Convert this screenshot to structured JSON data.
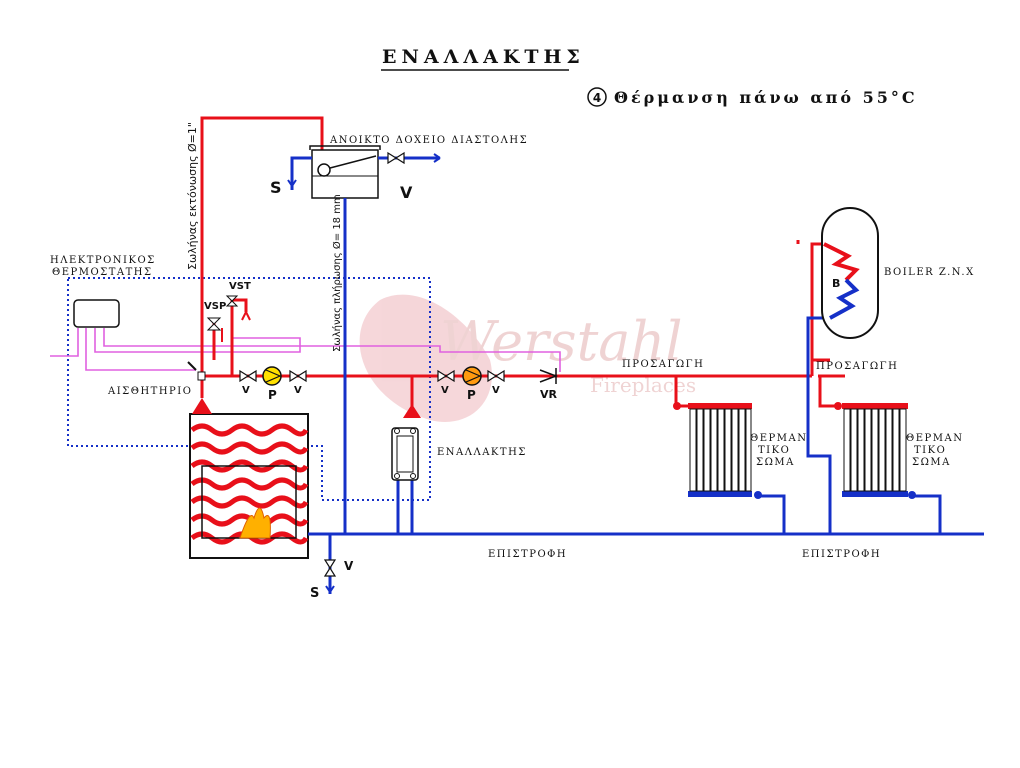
{
  "title": "ΕΝΑΛΛΑΚΤΗΣ",
  "subtitle": {
    "number": "4",
    "text": "Θέρμανση πάνω από 55°C"
  },
  "labels": {
    "expansion_tank": "ΑΝΟΙΚΤΟ ΔΟΧΕΙΟ ΔΙΑΣΤΟΛΗΣ",
    "expansion_pipe": "Σωλήνας εκτόνωσης Ø=1\"",
    "fill_pipe": "Σωλήνας πλήρωσης Ø= 18 mm",
    "thermostat_line1": "ΗΛΕΚΤΡΟΝΙΚΟΣ",
    "thermostat_line2": "ΘΕΡΜΟΣΤΑΤΗΣ",
    "sensor": "ΑΙΣΘΗΤΗΡΙΟ",
    "exchanger": "ΕΝΑΛΛΑΚΤΗΣ",
    "supply_1": "ΠΡΟΣΑΓΩΓΗ",
    "supply_2": "ΠΡΟΣΑΓΩΓΗ",
    "return_1": "ΕΠΙΣΤΡΟΦΗ",
    "return_2": "ΕΠΙΣΤΡΟΦΗ",
    "boiler": "BOILER Z.N.X",
    "boiler_coil": "B",
    "radiator_1": [
      "ΘΕΡΜΑΝ",
      "ΤΙΚΟ",
      "ΣΩΜΑ"
    ],
    "radiator_2": [
      "ΘΕΡΜΑΝ",
      "ΤΙΚΟ",
      "ΣΩΜΑ"
    ],
    "valve": "V",
    "pump": "P",
    "vsp": "VSP",
    "vst": "VST",
    "vr": "VR",
    "drain": "S",
    "watermark": "Werstahl",
    "watermark_sub": "Fireplaces"
  },
  "colors": {
    "hot": "#e8101a",
    "cold": "#1530c8",
    "signal": "#e060e0",
    "control": "#1530c8",
    "pump_fill": "#ffe000",
    "pump_fill_2": "#ff9a10"
  }
}
